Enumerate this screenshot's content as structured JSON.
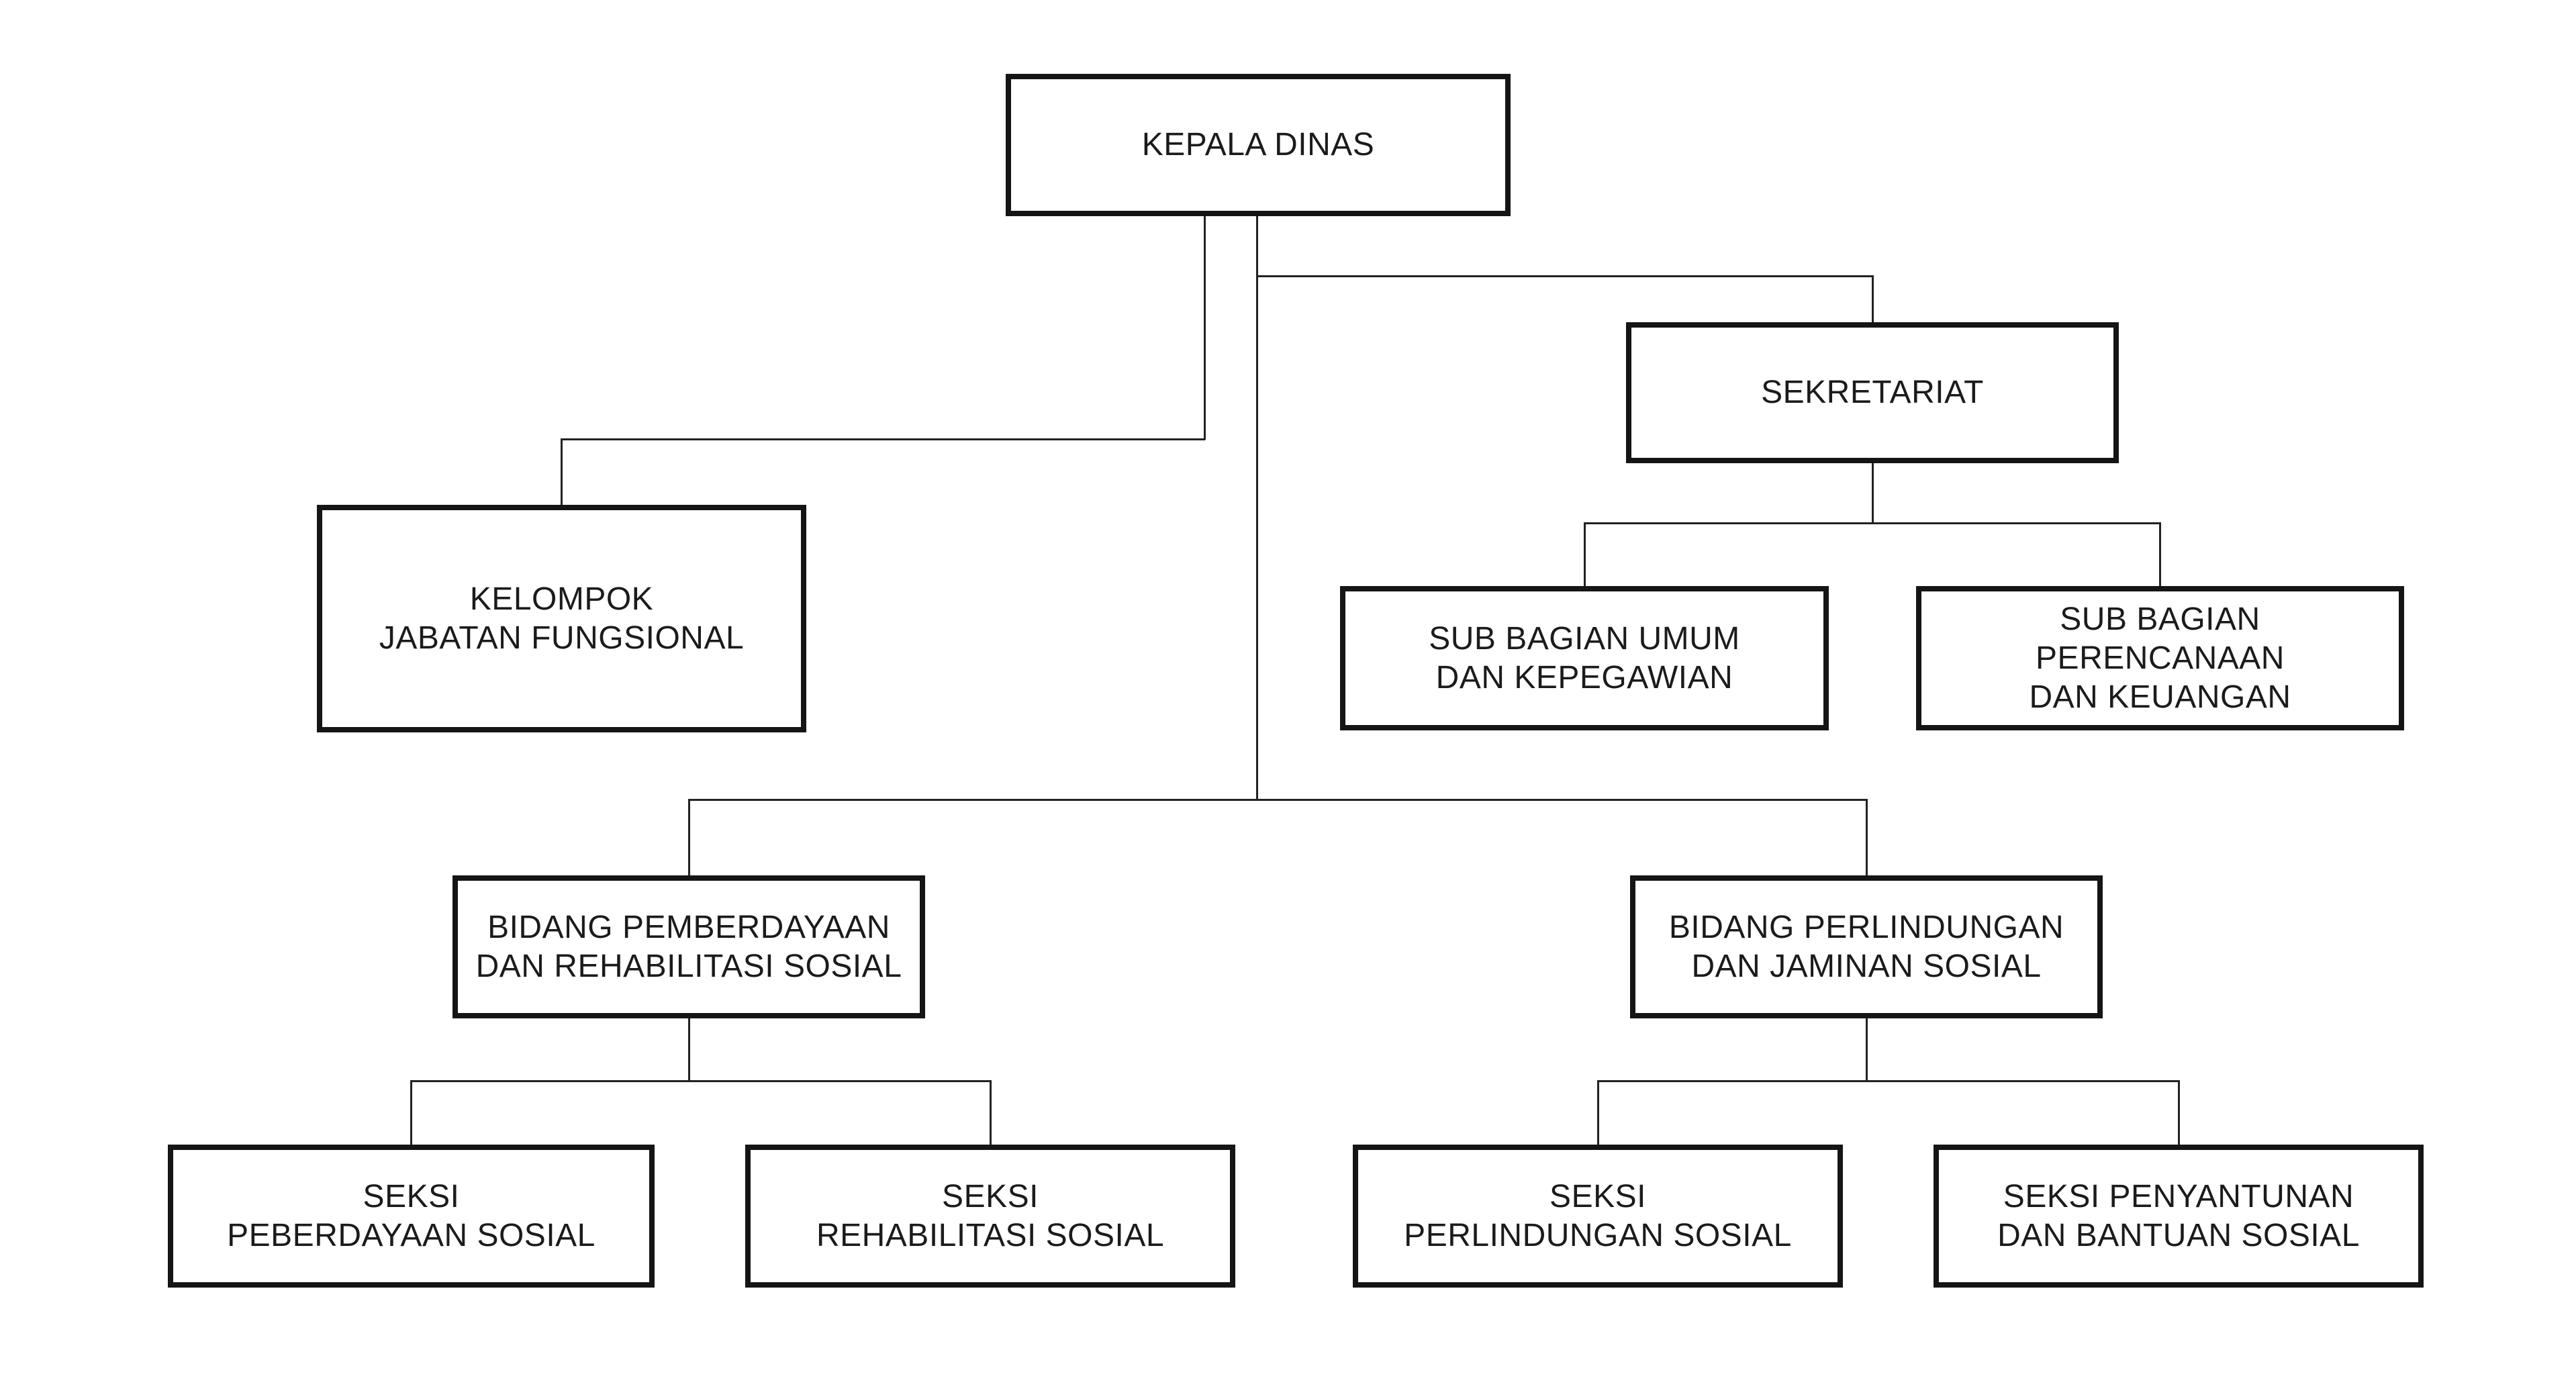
{
  "canvas": {
    "background": "#ffffff",
    "ink": "#1b1b1b",
    "border_color": "#151515",
    "connector_color": "#222222"
  },
  "org_chart": {
    "nodes": [
      {
        "id": "kepala-dinas",
        "lines": [
          "KEPALA DINAS"
        ]
      },
      {
        "id": "sekretariat",
        "lines": [
          "SEKRETARIAT"
        ]
      },
      {
        "id": "kelompok-jabatan-fungsional",
        "lines": [
          "KELOMPOK",
          "JABATAN FUNGSIONAL"
        ]
      },
      {
        "id": "sub-bagian-umum",
        "lines": [
          "SUB BAGIAN UMUM",
          "DAN KEPEGAWIAN"
        ]
      },
      {
        "id": "sub-bagian-perencanaan",
        "lines": [
          "SUB BAGIAN",
          "PERENCANAAN",
          "DAN KEUANGAN"
        ]
      },
      {
        "id": "bidang-pemberdayaan",
        "lines": [
          "BIDANG PEMBERDAYAAN",
          "DAN REHABILITASI SOSIAL"
        ]
      },
      {
        "id": "bidang-perlindungan",
        "lines": [
          "BIDANG PERLINDUNGAN",
          "DAN JAMINAN SOSIAL"
        ]
      },
      {
        "id": "seksi-peberdayaan-sosial",
        "lines": [
          "SEKSI",
          "PEBERDAYAAN SOSIAL"
        ]
      },
      {
        "id": "seksi-rehabilitasi-sosial",
        "lines": [
          "SEKSI",
          "REHABILITASI SOSIAL"
        ]
      },
      {
        "id": "seksi-perlindungan-sosial",
        "lines": [
          "SEKSI",
          "PERLINDUNGAN SOSIAL"
        ]
      },
      {
        "id": "seksi-penyantunan",
        "lines": [
          "SEKSI PENYANTUNAN",
          "DAN BANTUAN SOSIAL"
        ]
      }
    ],
    "edges": [
      {
        "from": "kepala-dinas",
        "to": "kelompok-jabatan-fungsional"
      },
      {
        "from": "kepala-dinas",
        "to": "sekretariat"
      },
      {
        "from": "kepala-dinas",
        "to": "bidang-pemberdayaan"
      },
      {
        "from": "kepala-dinas",
        "to": "bidang-perlindungan"
      },
      {
        "from": "sekretariat",
        "to": "sub-bagian-umum"
      },
      {
        "from": "sekretariat",
        "to": "sub-bagian-perencanaan"
      },
      {
        "from": "bidang-pemberdayaan",
        "to": "seksi-peberdayaan-sosial"
      },
      {
        "from": "bidang-pemberdayaan",
        "to": "seksi-rehabilitasi-sosial"
      },
      {
        "from": "bidang-perlindungan",
        "to": "seksi-perlindungan-sosial"
      },
      {
        "from": "bidang-perlindungan",
        "to": "seksi-penyantunan"
      }
    ]
  }
}
